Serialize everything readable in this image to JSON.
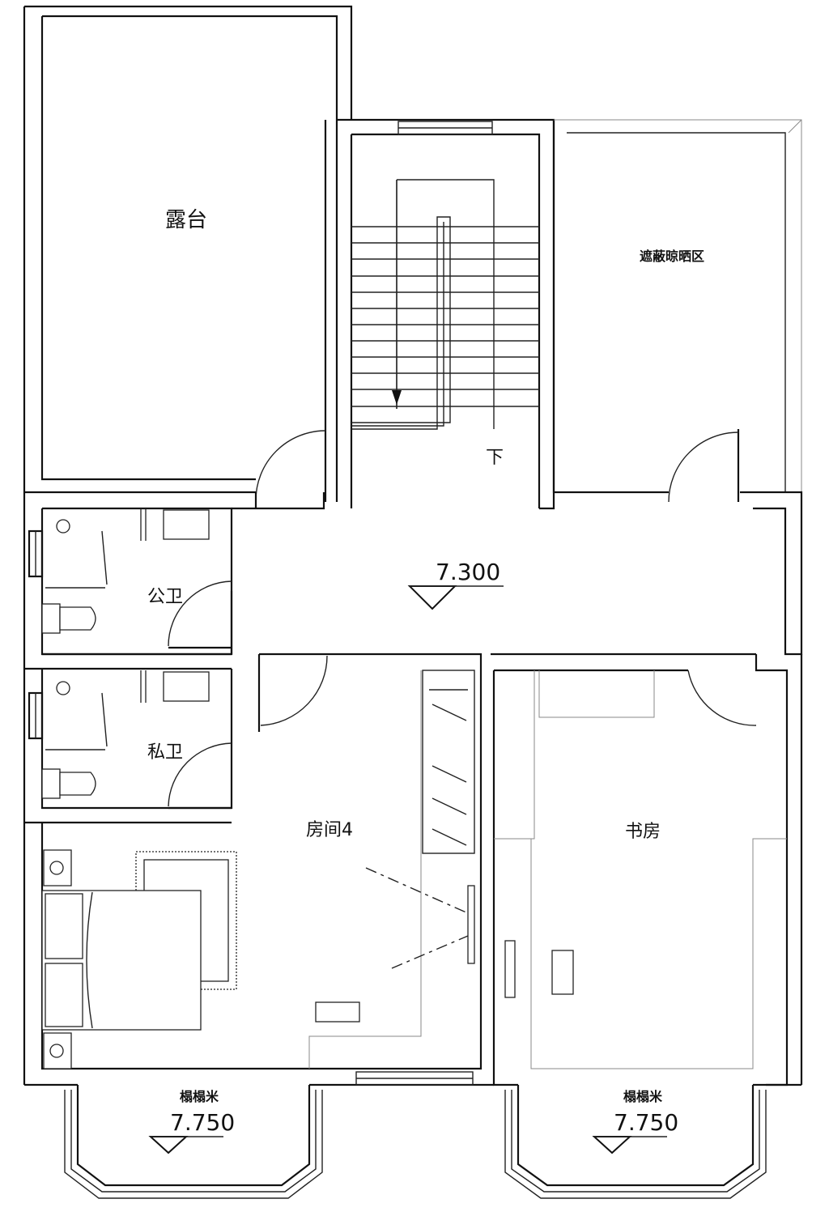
{
  "rooms": {
    "terrace": "露台",
    "drying_area": "遮蔽晾晒区",
    "public_bath": "公卫",
    "private_bath": "私卫",
    "room4": "房间4",
    "study": "书房",
    "bay_left": "榻榻米",
    "bay_right": "榻榻米"
  },
  "stair_label": "下",
  "elevations": {
    "hall": "7.300",
    "bay_left": "7.750",
    "bay_right": "7.750"
  }
}
